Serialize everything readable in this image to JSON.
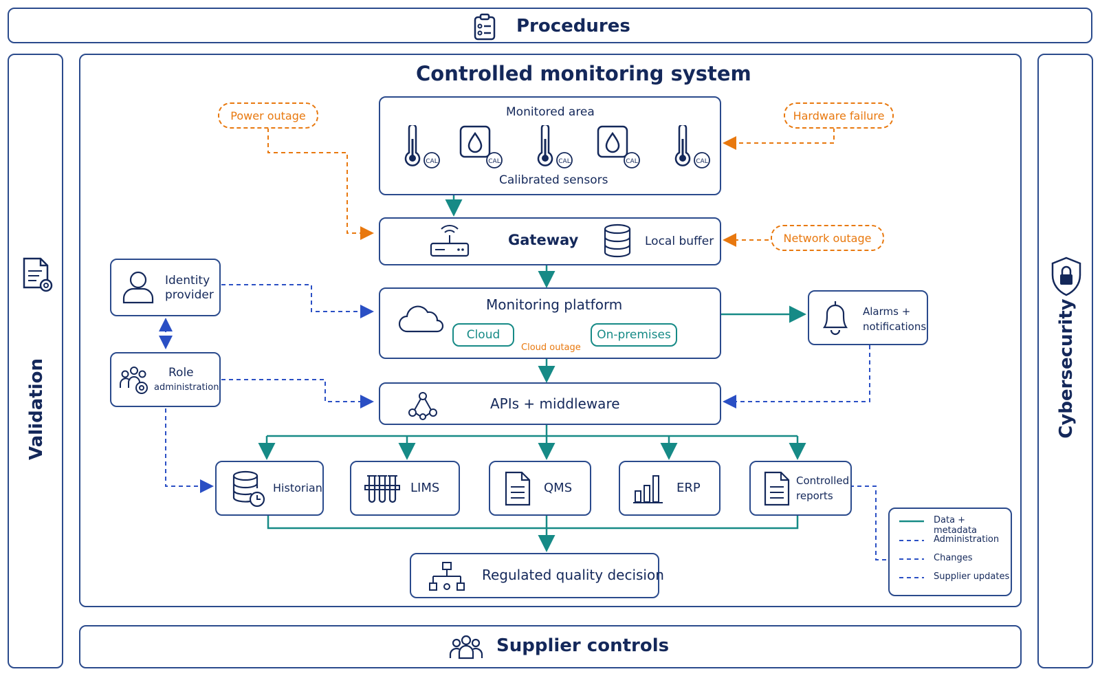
{
  "colors": {
    "navy": "#2a4a8c",
    "teal": "#168a86",
    "orange": "#e8780e",
    "blue": "#2a4fc4"
  },
  "frame": {
    "procedures": "Procedures",
    "validation": "Validation",
    "cybersecurity": "Cybersecurity",
    "supplier_controls": "Supplier controls"
  },
  "system": {
    "title": "Controlled monitoring system",
    "monitored_area": "Monitored area",
    "calibrated_sensors": "Calibrated sensors",
    "cal_badge": "CAL",
    "gateway": "Gateway",
    "local_buffer": "Local buffer",
    "monitoring_platform": "Monitoring platform",
    "cloud": "Cloud",
    "on_premises": "On-premises",
    "cloud_outage": "Cloud outage",
    "apis": "APIs + middleware",
    "identity_provider_1": "Identity",
    "identity_provider_2": "provider",
    "role_admin_1": "Role",
    "role_admin_2": "administration",
    "alarms_1": "Alarms +",
    "alarms_2": "notifications",
    "historian": "Historian",
    "lims": "LIMS",
    "qms": "QMS",
    "erp": "ERP",
    "reports_1": "Controlled",
    "reports_2": "reports",
    "decision": "Regulated quality decision"
  },
  "risks": {
    "power_outage": "Power outage",
    "hardware_failure": "Hardware failure",
    "network_outage": "Network outage"
  },
  "legend": [
    {
      "label": "Data + metadata",
      "style": "solid-teal"
    },
    {
      "label": "Administration",
      "style": "dashed-blue"
    },
    {
      "label": "Changes",
      "style": "dashed-blue"
    },
    {
      "label": "Supplier updates",
      "style": "dashed-blue"
    }
  ]
}
